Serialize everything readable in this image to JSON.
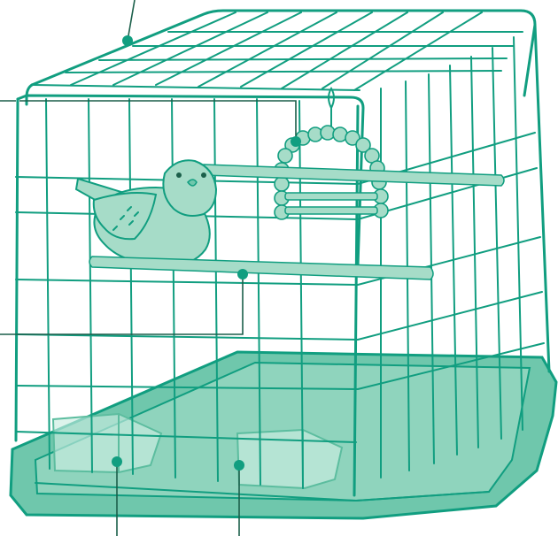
{
  "figure": {
    "subject": "bird-cage",
    "colors": {
      "wire": "#119e80",
      "fill_light": "#a6dcc8",
      "tray": "#6fc7ac",
      "leader_line": "#1b5f4a"
    },
    "callouts": [
      {
        "id": "cage-top"
      },
      {
        "id": "swing"
      },
      {
        "id": "perch"
      },
      {
        "id": "food-dish"
      },
      {
        "id": "water-dish"
      }
    ]
  }
}
